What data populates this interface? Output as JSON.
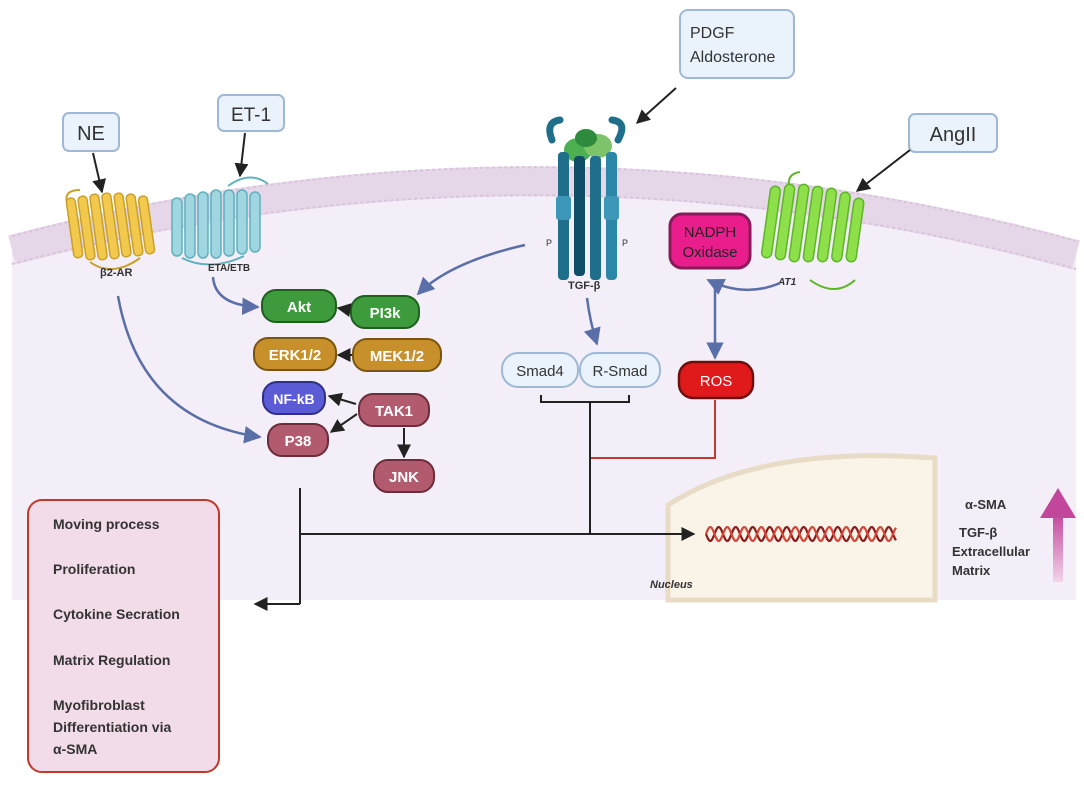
{
  "ligands": {
    "ne": "NE",
    "et1": "ET-1",
    "pdgf_line1": "PDGF",
    "pdgf_line2": "Aldosterone",
    "angii": "AngII"
  },
  "receptors": {
    "b2ar": "β2-AR",
    "eta_etb": "ETA/ETB",
    "tgfb": "TGF-β",
    "at1": "AT1",
    "phospho_left": "P",
    "phospho_right": "P"
  },
  "nodes": {
    "akt": "Akt",
    "pi3k": "PI3k",
    "erk": "ERK1/2",
    "mek": "MEK1/2",
    "nfkb": "NF-kB",
    "tak1": "TAK1",
    "p38": "P38",
    "jnk": "JNK",
    "smad4": "Smad4",
    "rsmad": "R-Smad",
    "nadph_line1": "NADPH",
    "nadph_line2": "Oxidase",
    "ros": "ROS"
  },
  "nucleus_label": "Nucleus",
  "outcomes": [
    "Moving process",
    "Proliferation",
    "Cytokine Secration",
    "Matrix Regulation",
    "Myofibroblast",
    "Differentiation via",
    "α-SMA"
  ],
  "upregulated": [
    "α-SMA",
    "TGF-β",
    "Extracellular",
    "Matrix"
  ],
  "colors": {
    "cytoplasm": "#f3eef7",
    "membrane": "#e6d7e8",
    "b2ar": "#f2c94c",
    "eta": "#9fd6df",
    "tgfb_receptor": "#1f6f8b",
    "tgfb_ligand": "#4caf50",
    "at1": "#8ee04a",
    "akt_pi3k": "#3d9b3d",
    "erk_mek": "#c7902a",
    "nfkb": "#5b5bd6",
    "p38_group": "#b35b6e",
    "nadph": "#e91e8c",
    "ros": "#e01a1a",
    "arrow_blue": "#5a6ea8",
    "outcome_border": "#c0392b",
    "outcome_fill": "#f2dcea",
    "up_arrow": "#c2479b"
  }
}
